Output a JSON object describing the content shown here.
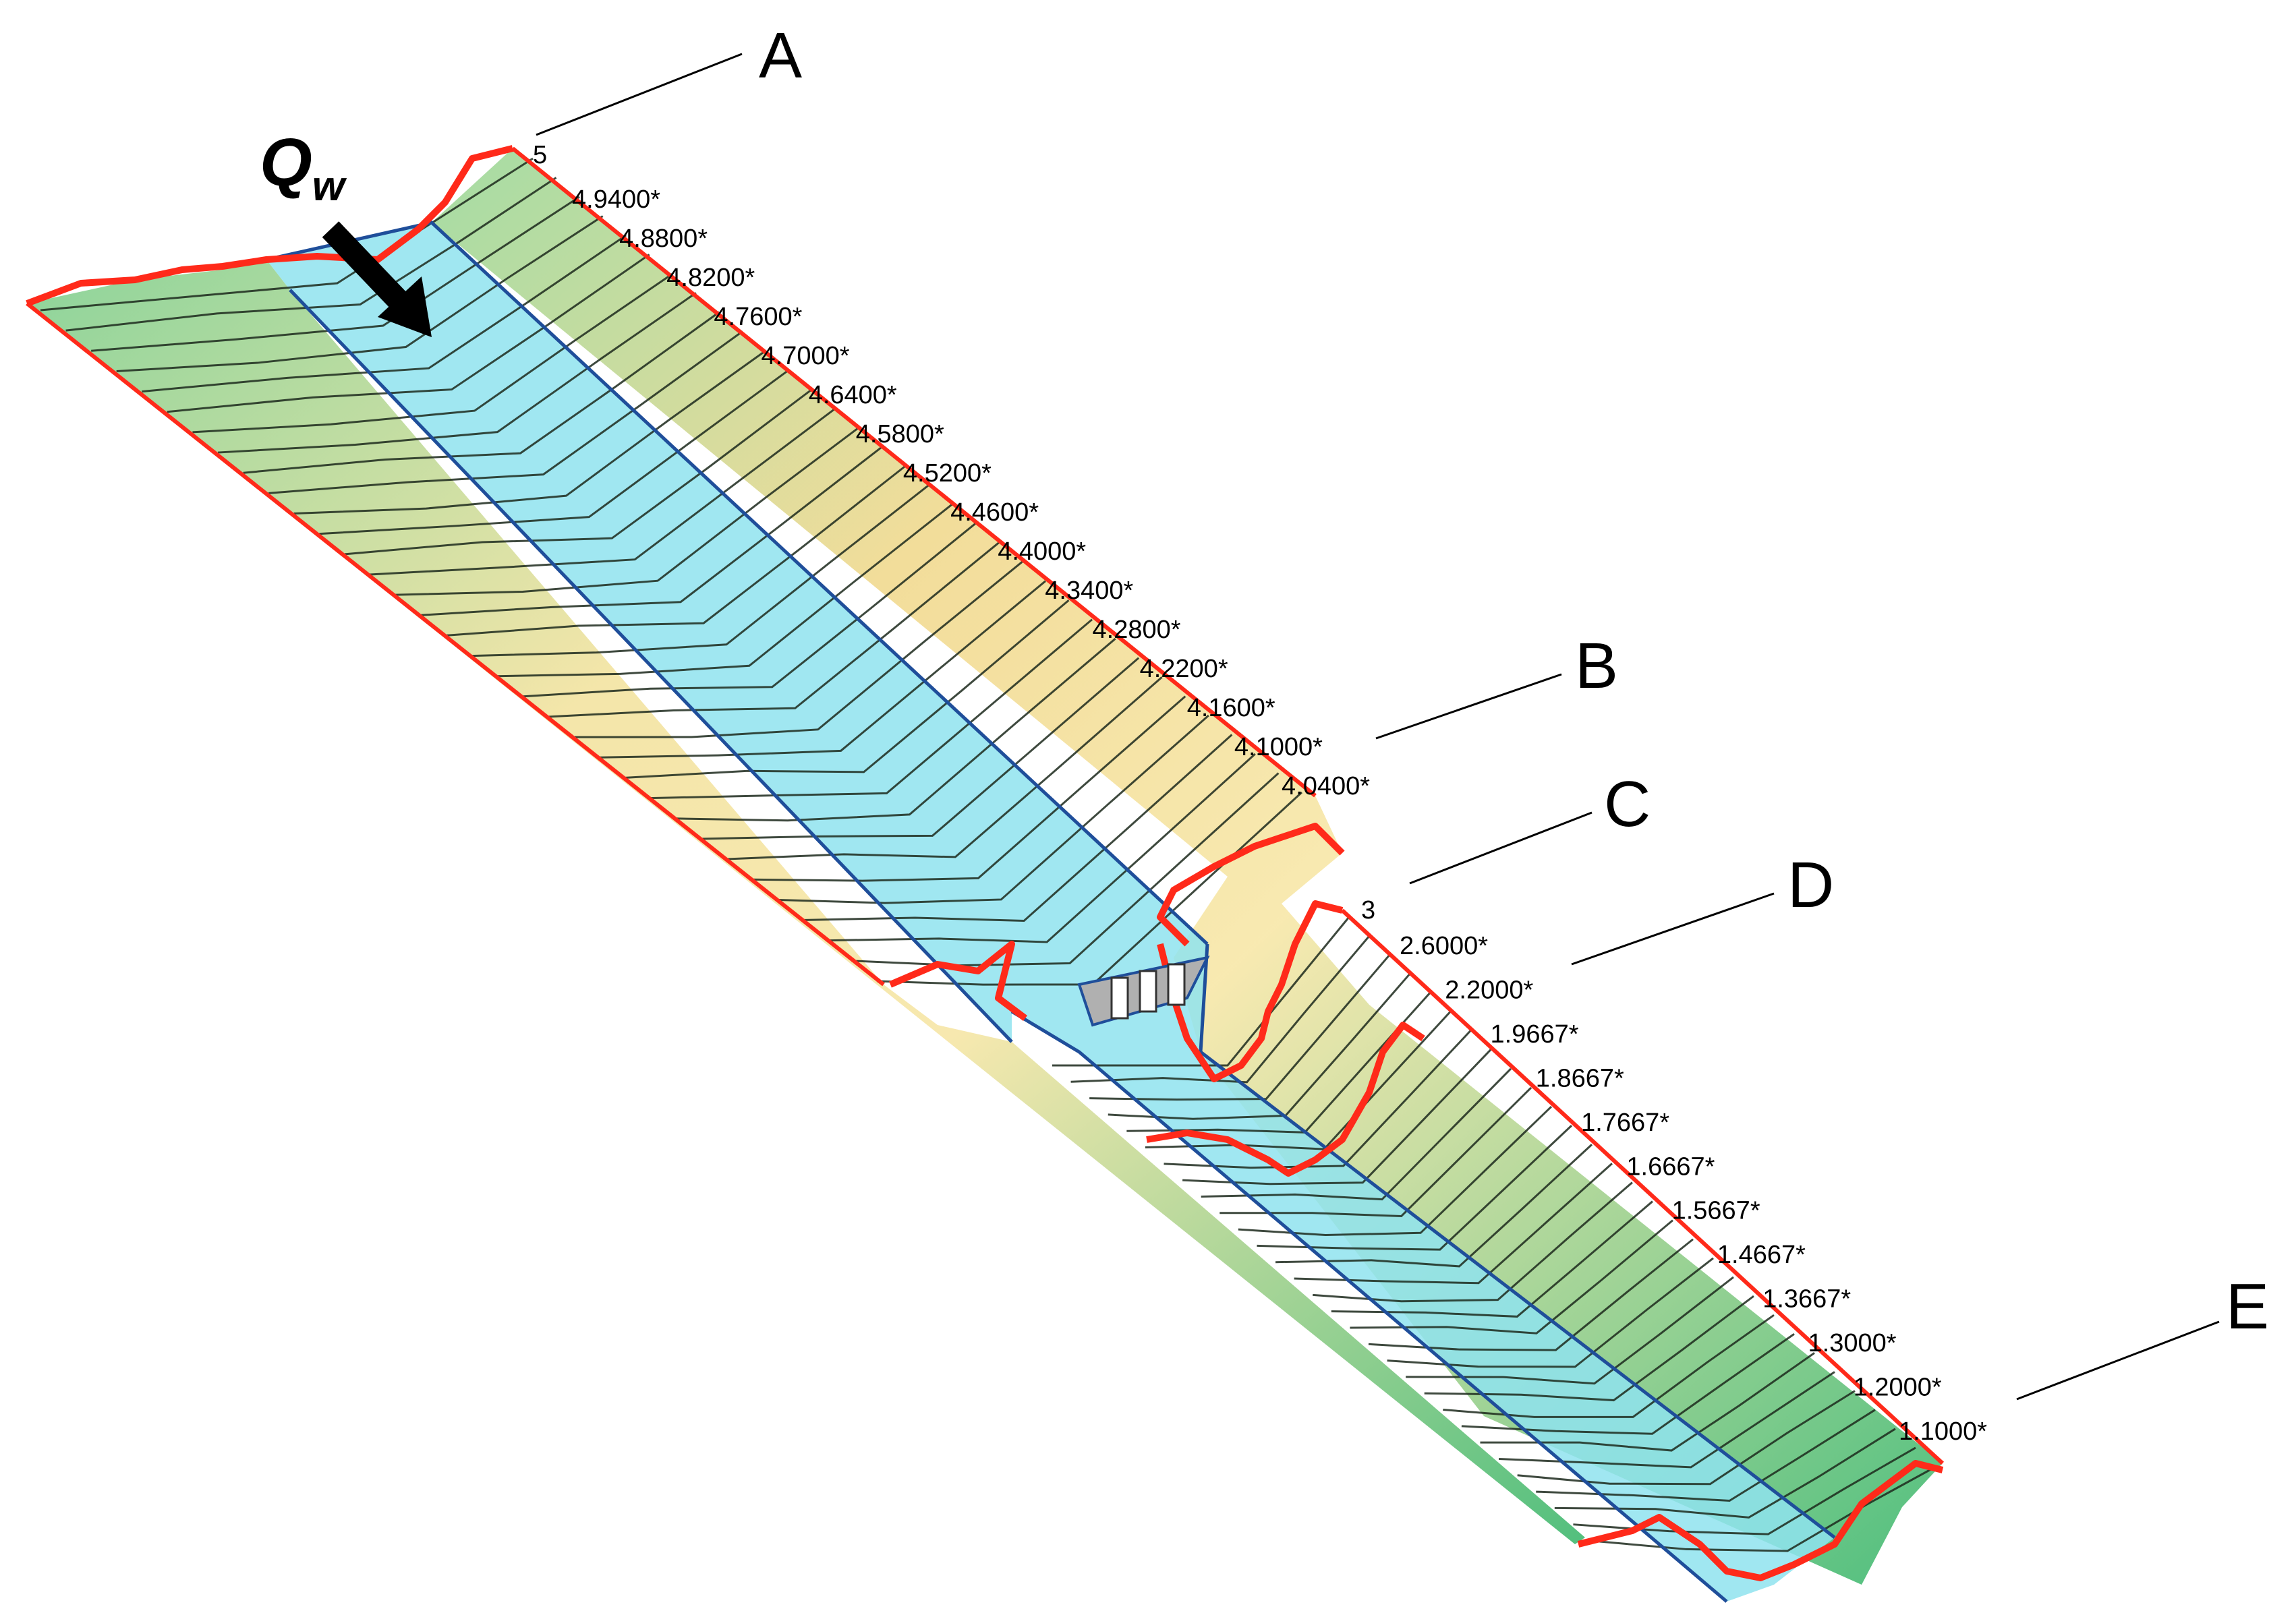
{
  "flow": {
    "symbol": "Q",
    "subscript": "w"
  },
  "callouts": [
    "A",
    "B",
    "C",
    "D",
    "E"
  ],
  "upper_reach": {
    "start_station": "5",
    "stations": [
      "4.9400*",
      "4.8800*",
      "4.8200*",
      "4.7600*",
      "4.7000*",
      "4.6400*",
      "4.5800*",
      "4.5200*",
      "4.4600*",
      "4.4000*",
      "4.3400*",
      "4.2800*",
      "4.2200*",
      "4.1600*",
      "4.1000*",
      "4.0400*"
    ]
  },
  "lower_reach": {
    "start_station": "3",
    "stations": [
      "2.6000*",
      "2.2000*",
      "1.9667*",
      "1.8667*",
      "1.7667*",
      "1.6667*",
      "1.5667*",
      "1.4667*",
      "1.3667*",
      "1.3000*",
      "1.2000*",
      "1.1000*"
    ]
  },
  "colors": {
    "bank_outline": "#ff2a1a",
    "channel_outline": "#1f4e9a",
    "water": "#8fe3ee",
    "bank_top": "#f5e6a6",
    "bank_bottom": "#57c784",
    "section_lines": "#1d2a1d",
    "structure": "#b0b0b0"
  }
}
